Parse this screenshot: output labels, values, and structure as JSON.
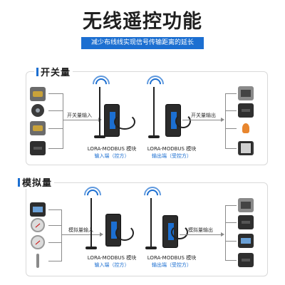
{
  "header": {
    "title": "无线遥控功能",
    "subtitle": "减少布线线实现信号传输距离的延长"
  },
  "sections": [
    {
      "label": "开关量",
      "input_label": "开关量输入",
      "output_label": "开关量输出",
      "left_device": {
        "model": "LORA-MODBUS 模块",
        "role": "输入端（控方）"
      },
      "right_device": {
        "model": "LORA-MODBUS 模块",
        "role": "输出端（受控方）"
      }
    },
    {
      "label": "模拟量",
      "input_label": "模拟量输入",
      "output_label": "模拟量输出",
      "left_device": {
        "model": "LORA-MODBUS 模块",
        "role": "输入端（控方）"
      },
      "right_device": {
        "model": "LORA-MODBUS 模块",
        "role": "输出端（受控方）"
      }
    }
  ],
  "colors": {
    "accent": "#1c6fd1",
    "line": "#8a8a8a"
  }
}
